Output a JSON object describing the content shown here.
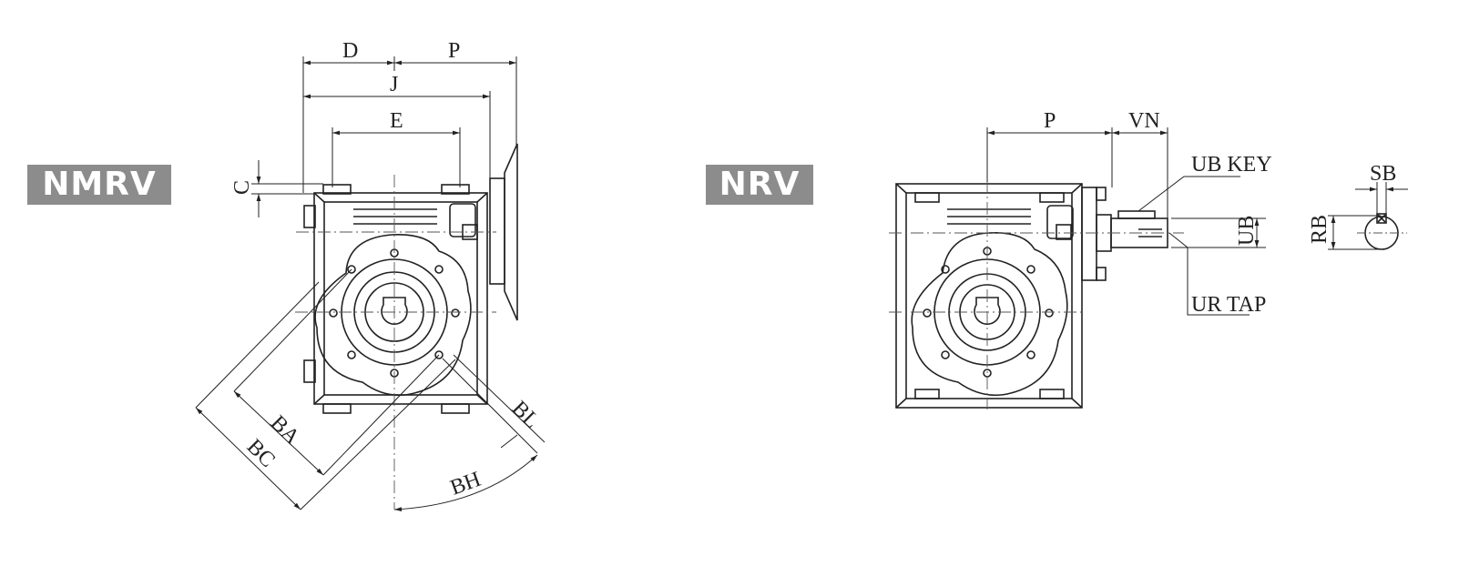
{
  "badges": {
    "nmrv": "NMRV",
    "nrv": "NRV"
  },
  "nmrv_dims": {
    "d": "D",
    "p": "P",
    "j": "J",
    "e": "E",
    "c": "C",
    "ba": "BA",
    "bc": "BC",
    "bl": "BL",
    "bh": "BH"
  },
  "nrv_dims": {
    "p": "P",
    "vn": "VN",
    "ub_key": "UB KEY",
    "ub": "UB",
    "ur_tap": "UR TAP"
  },
  "shaft_dims": {
    "sb": "SB",
    "rb": "RB"
  },
  "colors": {
    "line": "#222222",
    "badge_bg": "#8c8c8c",
    "badge_text": "#ffffff"
  }
}
